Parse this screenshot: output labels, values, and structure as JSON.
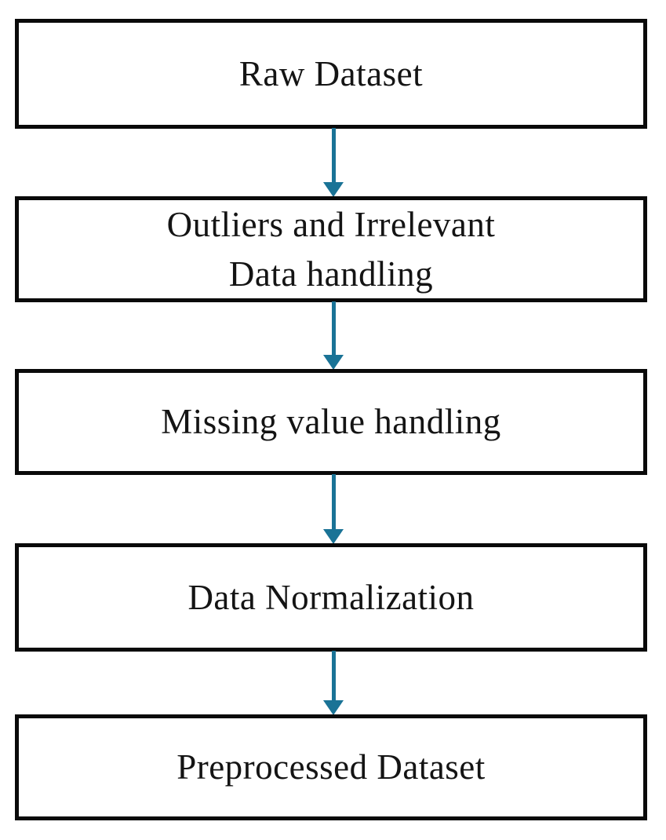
{
  "diagram": {
    "type": "flowchart",
    "direction": "top-to-bottom",
    "arrow_color": "#1a7396",
    "box_border_color": "#0a0a0a",
    "boxes": [
      {
        "id": "raw-dataset",
        "label": "Raw Dataset"
      },
      {
        "id": "outlier-handling",
        "label": "Outliers and Irrelevant\nData handling"
      },
      {
        "id": "missing-value-handling",
        "label": "Missing value handling"
      },
      {
        "id": "data-normalization",
        "label": "Data Normalization"
      },
      {
        "id": "preprocessed-dataset",
        "label": "Preprocessed Dataset"
      }
    ],
    "edges": [
      {
        "from": "raw-dataset",
        "to": "outlier-handling"
      },
      {
        "from": "outlier-handling",
        "to": "missing-value-handling"
      },
      {
        "from": "missing-value-handling",
        "to": "data-normalization"
      },
      {
        "from": "data-normalization",
        "to": "preprocessed-dataset"
      }
    ]
  }
}
